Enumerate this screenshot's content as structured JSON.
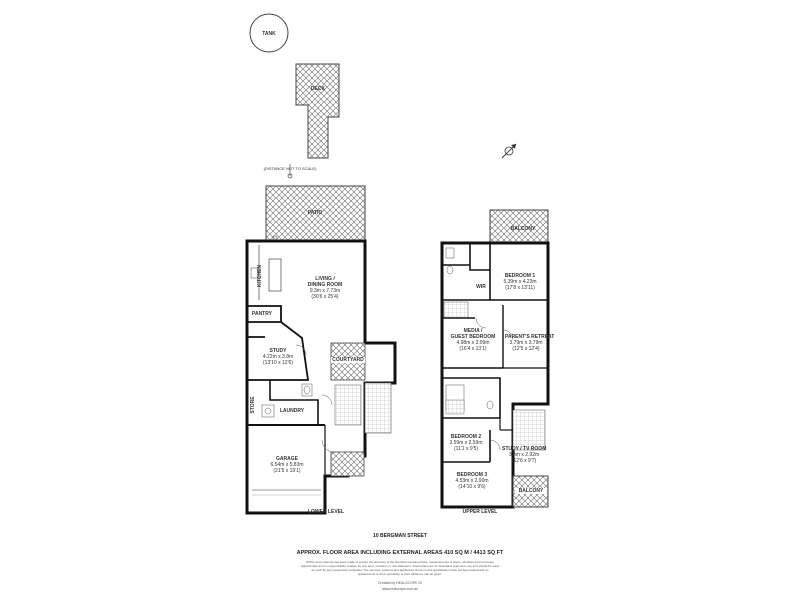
{
  "external": {
    "tank": "TANK",
    "deck": "DECK",
    "distance_note": "(DISTANCE NOT TO SCALE)",
    "patio": "PATIO",
    "balcony_upper": "BALCONY",
    "balcony_lower": "BALCONY",
    "courtyard": "COURTYARD"
  },
  "lower_level": {
    "title": "LOWER LEVEL",
    "kitchen": "KITCHEN",
    "pantry": "PANTRY",
    "living": {
      "name": "LIVING /\nDINING ROOM",
      "metric": "9.3m x 7.73m",
      "imperial": "(30'6 x 25'4)"
    },
    "study": {
      "name": "STUDY",
      "metric": "4.22m x 3.8m",
      "imperial": "(13'10 x 12'6)"
    },
    "laundry": "LAUNDRY",
    "store": "STORE",
    "garage": {
      "name": "GARAGE",
      "metric": "6.54m x 5.83m",
      "imperial": "(21'5 x 19'1)"
    }
  },
  "upper_level": {
    "title": "UPPER LEVEL",
    "bedroom1": {
      "name": "BEDROOM 1",
      "metric": "5.39m x 4.23m",
      "imperial": "(17'8 x 13'11)"
    },
    "wir": "WIR",
    "media": {
      "name": "MEDIA /\nGUEST BEDROOM",
      "metric": "4.98m x 3.99m",
      "imperial": "(16'4 x 13'1)"
    },
    "retreat": {
      "name": "PARENT'S RETREAT",
      "metric": "3.79m x 3.79m",
      "imperial": "(12'5 x 12'4)"
    },
    "bedroom2": {
      "name": "BEDROOM 2",
      "metric": "3.59m x 2.59m",
      "imperial": "(11'1 x 9'5)"
    },
    "bedroom3": {
      "name": "BEDROOM 3",
      "metric": "4.53m x 2.90m",
      "imperial": "(14'10 x 9'6)"
    },
    "study_tv": {
      "name": "STUDY / TV ROOM",
      "metric": "3.8m x 2.92m",
      "imperial": "(12'6 x 9'7)"
    }
  },
  "footer": {
    "address": "10 BERGMAN STREET",
    "area": "APPROX. FLOOR AREA INCLUDING EXTERNAL AREAS 410 SQ M / 4413 SQ FT",
    "disclaimer_1": "Whilst every attempt has been made to ensure the accuracy of the floorplan contained here, measurements of doors, windows and rooms are",
    "disclaimer_2": "approximate and no responsibility is taken for any error, omission or mis-statement. These plans are for illustrative purposes only and should be used",
    "disclaimer_3": "as such by any prospective purchaser. The services, systems and appliances shown in this specification have not been tested and no",
    "disclaimer_4": "guarantee as to their operability or their efficiency can be given.",
    "credit": "Created by HEALSCOPE ID",
    "website": "www.realscope.com.au"
  }
}
